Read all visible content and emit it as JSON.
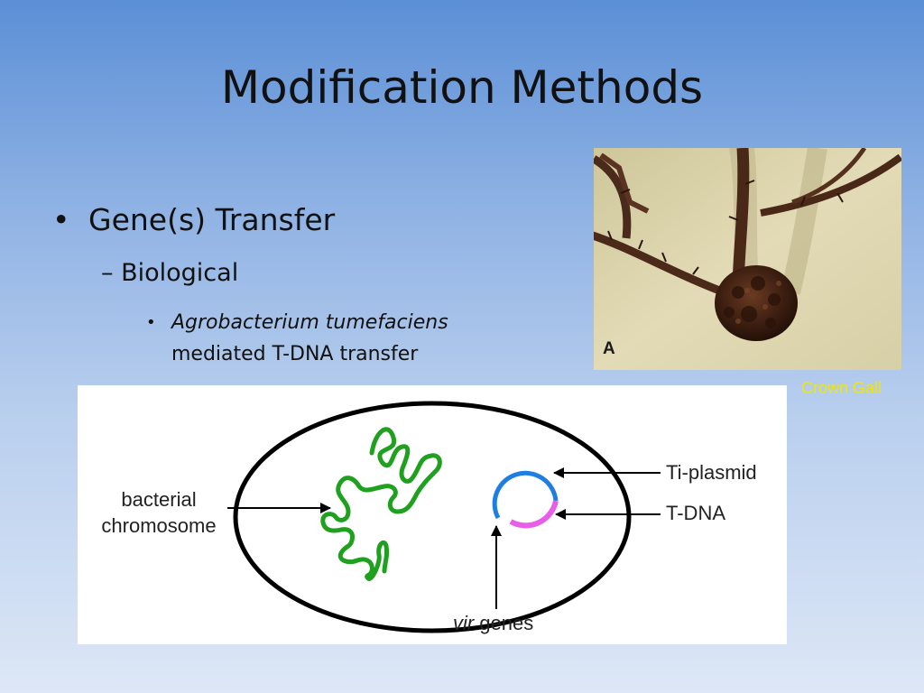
{
  "slide": {
    "title": "Modification Methods",
    "bullets": {
      "level1": "Gene(s) Transfer",
      "level2": "Biological",
      "level3_italic": "Agrobacterium tumefaciens",
      "level3_rest": "mediated T-DNA transfer"
    },
    "markers": {
      "bullet": "•",
      "dash": "–"
    }
  },
  "photo": {
    "panel_letter": "A",
    "caption": "Crown Gall"
  },
  "diagram": {
    "labels": {
      "bacterial_line1": "bacterial",
      "bacterial_line2": "chromosome",
      "ti_plasmid": "Ti-plasmid",
      "t_dna": "T-DNA",
      "vir_italic": "vir",
      "vir_rest": " genes"
    },
    "colors": {
      "chromosome": "#1fa01f",
      "plasmid": "#1e7fe0",
      "t_dna": "#e85ee8",
      "outline": "#000000"
    }
  },
  "colors": {
    "background_top": "#5b8fd6",
    "background_bottom": "#dde7f6",
    "caption": "#f2e600"
  }
}
